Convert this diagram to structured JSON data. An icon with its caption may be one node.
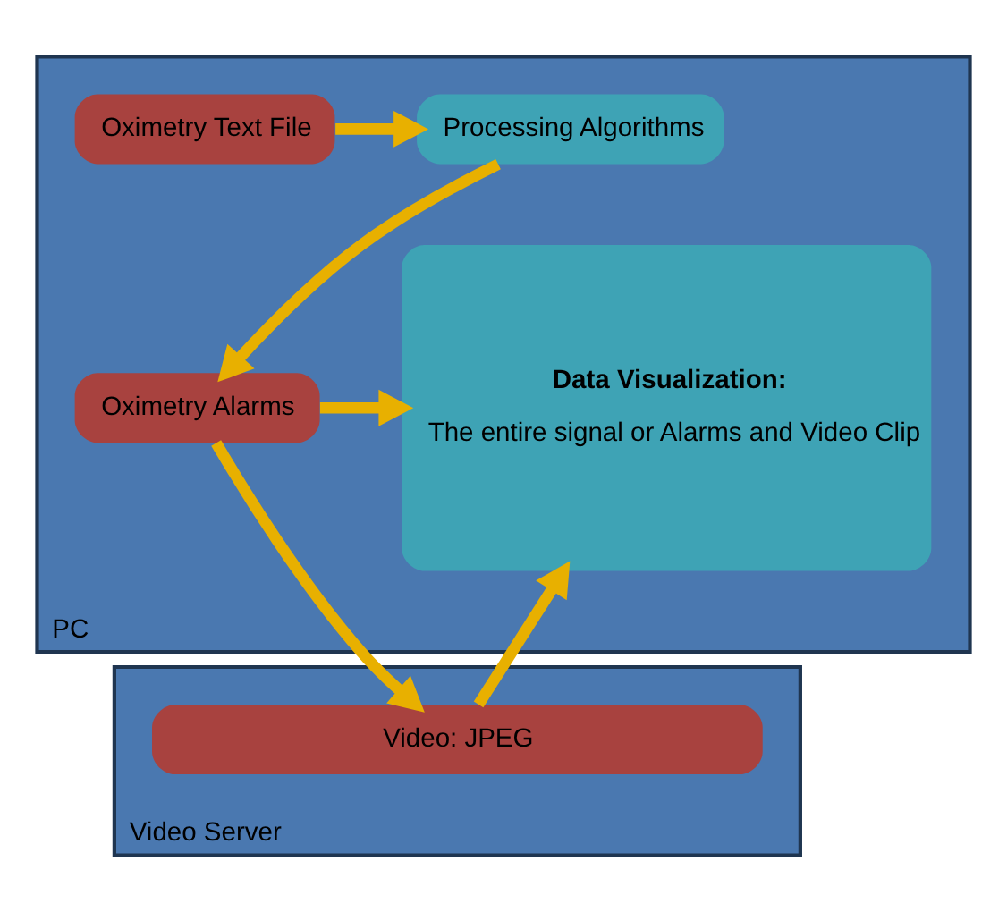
{
  "diagram": {
    "nodes": [
      {
        "text": [
          "PC"
        ]
      },
      {
        "text": [
          "Oximetry Text File"
        ],
        "in": 0
      },
      {
        "text": [
          "Processing Algorithms"
        ],
        "in": 0
      },
      {
        "text": [
          "Oximetry Alarms"
        ],
        "in": 0
      },
      {
        "text": [
          "Data Visualization:",
          "The entire signal or Alarms and Video Clip"
        ],
        "in": 0
      },
      {
        "text": [
          "Video Server"
        ]
      },
      {
        "text": [
          "Video: JPEG"
        ],
        "in": 5
      }
    ],
    "edges": [
      {
        "from": 1,
        "to": 2,
        "arrow": "to"
      },
      {
        "from": 2,
        "to": 3,
        "arrow": "to"
      },
      {
        "from": 3,
        "to": 4,
        "arrow": "to"
      },
      {
        "from": 3,
        "to": 6,
        "arrow": "to"
      },
      {
        "from": 6,
        "to": 4,
        "arrow": "to"
      }
    ]
  }
}
